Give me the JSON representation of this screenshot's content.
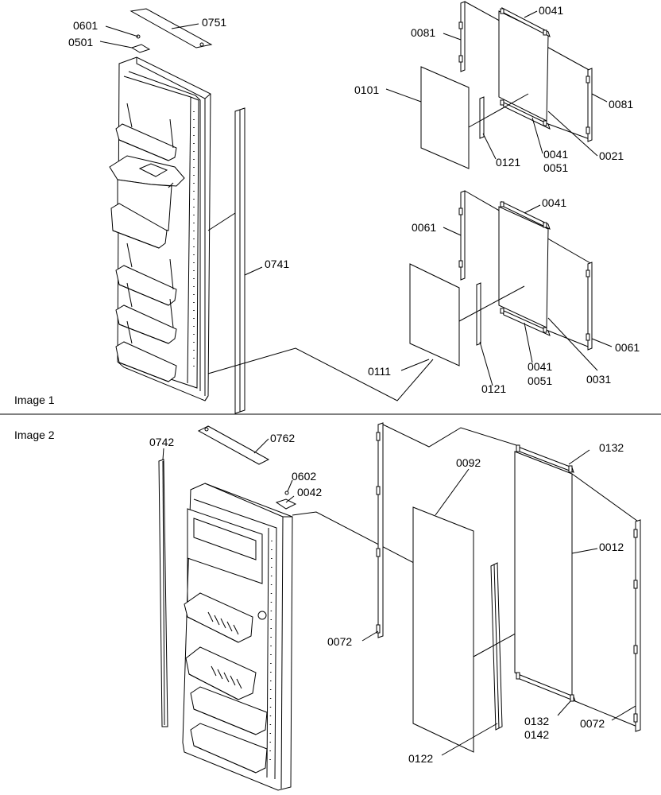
{
  "sections": {
    "image1": "Image 1",
    "image2": "Image 2"
  },
  "callouts": {
    "img1": {
      "c0601": "0601",
      "c0501": "0501",
      "c0751": "0751",
      "c0741": "0741",
      "c0081a": "0081",
      "c0041a": "0041",
      "c0081b": "0081",
      "c0101": "0101",
      "c0121a": "0121",
      "c0041b": "0041",
      "c0051a": "0051",
      "c0021": "0021",
      "c0061a": "0061",
      "c0041c": "0041",
      "c0111": "0111",
      "c0121b": "0121",
      "c0041d": "0041",
      "c0051b": "0051",
      "c0031": "0031",
      "c0061b": "0061"
    },
    "img2": {
      "c0742": "0742",
      "c0762": "0762",
      "c0602": "0602",
      "c0042": "0042",
      "c0092": "0092",
      "c0132a": "0132",
      "c0012": "0012",
      "c0072a": "0072",
      "c0122": "0122",
      "c0132b": "0132",
      "c0142": "0142",
      "c0072b": "0072"
    }
  }
}
